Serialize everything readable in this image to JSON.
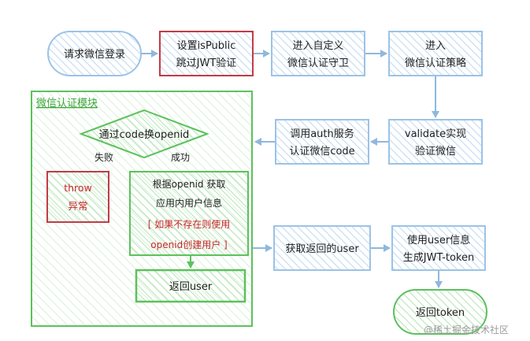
{
  "diagram": {
    "group_title": "微信认证模块",
    "nodes": {
      "start": "请求微信登录",
      "set_public": [
        "设置isPublic",
        "跳过JWT验证"
      ],
      "custom_guard": [
        "进入自定义",
        "微信认证守卫"
      ],
      "strategy": [
        "进入",
        "微信认证策略"
      ],
      "validate": [
        "validate实现",
        "验证微信"
      ],
      "auth_service": [
        "调用auth服务",
        "认证微信code"
      ],
      "exchange": "通过code换openid",
      "throw": [
        "throw",
        "异常"
      ],
      "get_user_info": [
        "根据openid 获取",
        "应用内用户信息"
      ],
      "create_note": [
        "[ 如果不存在则使用",
        "openid创建用户 ]"
      ],
      "return_user": "返回user",
      "got_user": "获取返回的user",
      "gen_token": [
        "使用user信息",
        "生成JWT-token"
      ],
      "return_token": "返回token"
    },
    "edge_labels": {
      "fail": "失败",
      "success": "成功"
    },
    "colors": {
      "blue_stroke": "#9cc3e6",
      "blue_fill": "#d6e7f7",
      "red_stroke": "#c23b45",
      "green_stroke": "#5cc15c",
      "green_fill": "#cdeecd",
      "arrow": "#8fb8dc"
    }
  },
  "watermark": "@稀土掘金技术社区"
}
